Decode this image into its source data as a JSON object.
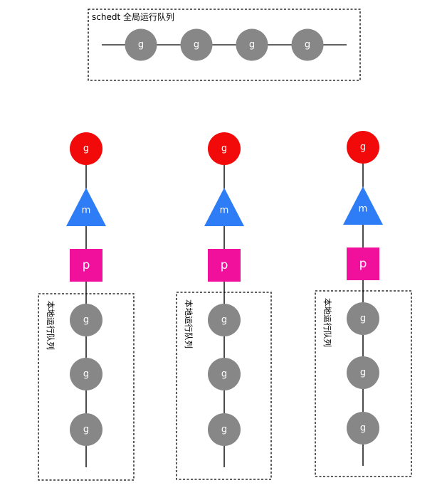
{
  "global_queue": {
    "label": "schedt 全局运行队列",
    "goroutines": [
      "g",
      "g",
      "g",
      "g"
    ]
  },
  "processors": [
    {
      "running_g": "g",
      "machine": "m",
      "processor": "p",
      "local_queue_label": "本地运行队列",
      "local_goroutines": [
        "g",
        "g",
        "g"
      ]
    },
    {
      "running_g": "g",
      "machine": "m",
      "processor": "p",
      "local_queue_label": "本地运行队列",
      "local_goroutines": [
        "g",
        "g",
        "g"
      ]
    },
    {
      "running_g": "g",
      "machine": "m",
      "processor": "p",
      "local_queue_label": "本地运行队列",
      "local_goroutines": [
        "g",
        "g",
        "g"
      ]
    }
  ],
  "colors": {
    "queued_g": "#878787",
    "running_g": "#f20a0a",
    "machine": "#2f7df6",
    "processor": "#f0109b",
    "line": "#000000"
  }
}
